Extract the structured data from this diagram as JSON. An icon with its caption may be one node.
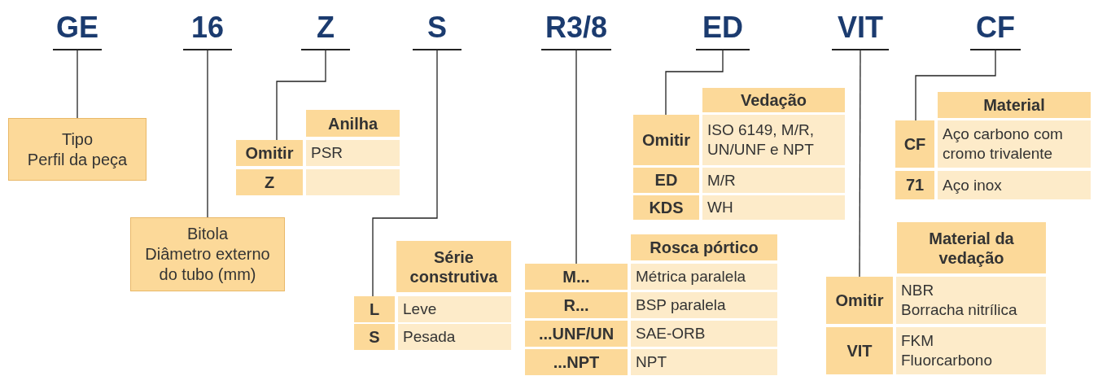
{
  "diagram": {
    "nodes": [
      {
        "text": [
          "GE"
        ]
      },
      {
        "text": [
          "16"
        ]
      },
      {
        "text": [
          "Z"
        ]
      },
      {
        "text": [
          "S"
        ]
      },
      {
        "text": [
          "R3/8"
        ]
      },
      {
        "text": [
          "ED"
        ]
      },
      {
        "text": [
          "VIT"
        ]
      },
      {
        "text": [
          "CF"
        ]
      },
      {
        "text": [
          "Tipo",
          "Perfil da peça"
        ]
      },
      {
        "text": [
          "Bitola",
          "Diâmetro externo do tubo (mm)"
        ]
      },
      {
        "text": [
          "Anilha"
        ]
      },
      {
        "text": [
          "Omitir",
          "PSR"
        ]
      },
      {
        "text": [
          "Z"
        ]
      },
      {
        "text": [
          "Série construtiva"
        ]
      },
      {
        "text": [
          "L",
          "Leve"
        ]
      },
      {
        "text": [
          "S",
          "Pesada"
        ]
      },
      {
        "text": [
          "Rosca pórtico"
        ]
      },
      {
        "text": [
          "M...",
          "Métrica paralela"
        ]
      },
      {
        "text": [
          "R...",
          "BSP paralela"
        ]
      },
      {
        "text": [
          "...UNF/UN",
          "SAE-ORB"
        ]
      },
      {
        "text": [
          "...NPT",
          "NPT"
        ]
      },
      {
        "text": [
          "Vedação"
        ]
      },
      {
        "text": [
          "Omitir",
          "ISO 6149, M/R, UN/UNF e NPT"
        ]
      },
      {
        "text": [
          "ED",
          "M/R"
        ]
      },
      {
        "text": [
          "KDS",
          "WH"
        ]
      },
      {
        "text": [
          "Material da vedação"
        ]
      },
      {
        "text": [
          "Omitir",
          "NBR",
          "Borracha nitrílica"
        ]
      },
      {
        "text": [
          "VIT",
          "FKM",
          "Fluorcarbono"
        ]
      },
      {
        "text": [
          "Material"
        ]
      },
      {
        "text": [
          "CF",
          "Aço carbono com cromo trivalente"
        ]
      },
      {
        "text": [
          "71",
          "Aço inox"
        ]
      }
    ],
    "edges": [
      {
        "from": 0,
        "to": 8,
        "arrow": "none"
      },
      {
        "from": 1,
        "to": 9,
        "arrow": "none"
      },
      {
        "from": 2,
        "to": 11,
        "arrow": "none"
      },
      {
        "from": 3,
        "to": 14,
        "arrow": "none"
      },
      {
        "from": 4,
        "to": 17,
        "arrow": "none"
      },
      {
        "from": 5,
        "to": 22,
        "arrow": "none"
      },
      {
        "from": 6,
        "to": 26,
        "arrow": "none"
      },
      {
        "from": 7,
        "to": 29,
        "arrow": "none"
      }
    ]
  }
}
